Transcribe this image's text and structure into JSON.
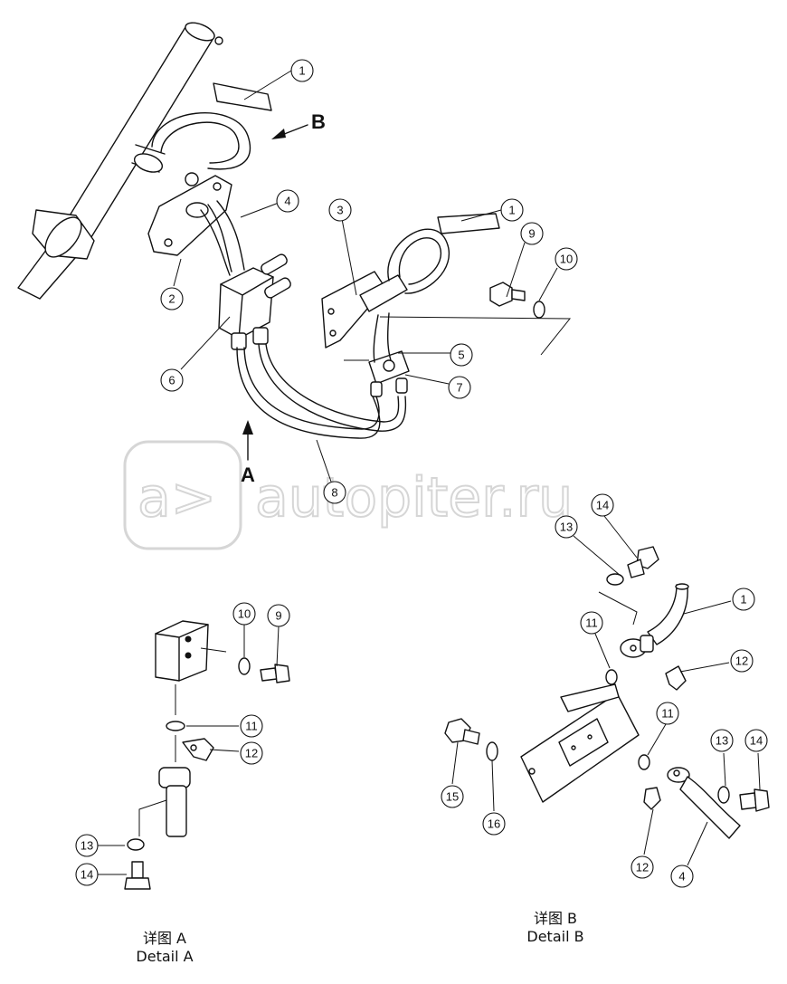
{
  "diagram": {
    "view_labels": {
      "a": "A",
      "b": "B"
    },
    "detail_a": {
      "title_cn": "详图 A",
      "title_en": "Detail A"
    },
    "detail_b": {
      "title_cn": "详图 B",
      "title_en": "Detail B"
    },
    "watermark": {
      "mark": "a>",
      "text": "autopiter.ru"
    },
    "callouts": {
      "m1": "1",
      "m1b": "1",
      "m2": "2",
      "m3": "3",
      "m4": "4",
      "m5": "5",
      "m6": "6",
      "m7": "7",
      "m8": "8",
      "m9": "9",
      "m10": "10",
      "a10": "10",
      "a9": "9",
      "a11": "11",
      "a12": "12",
      "a13": "13",
      "a14": "14",
      "b14": "14",
      "b13": "13",
      "b1": "1",
      "b11": "11",
      "b12": "12",
      "b11b": "11",
      "b13b": "13",
      "b14b": "14",
      "b15": "15",
      "b16": "16",
      "b12b": "12",
      "b4": "4"
    }
  }
}
